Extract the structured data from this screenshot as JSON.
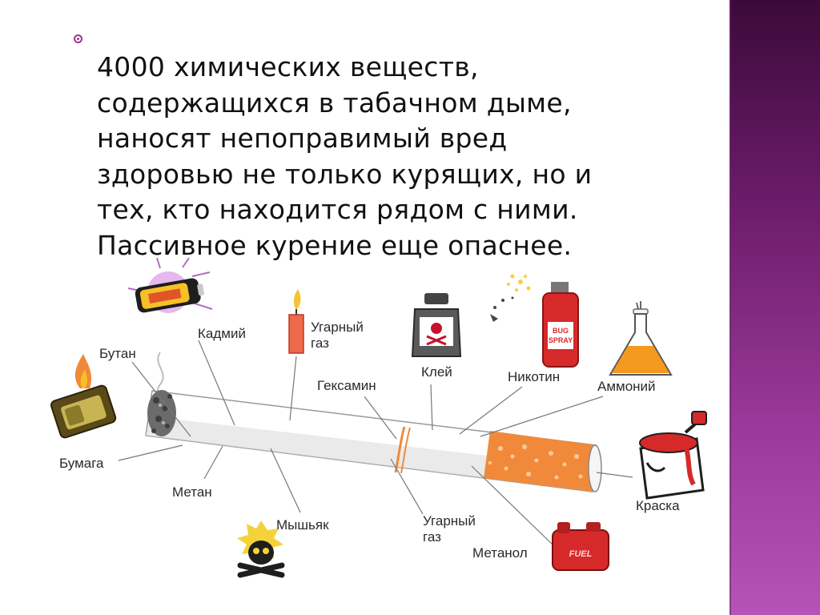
{
  "bullet_lines": [
    "4000 химических веществ,",
    "содержащихся в табачном дыме,",
    "наносят непоправимый вред",
    "здоровью не только курящих, но и",
    "тех, кто находится рядом с ними.",
    "Пассивное курение еще опаснее."
  ],
  "labels": {
    "cadmium": "Кадмий",
    "co_top_1": "Угарный",
    "co_top_2": "газ",
    "glue": "Клей",
    "butane": "Бутан",
    "hexamine": "Гексамин",
    "nicotine": "Никотин",
    "ammonia": "Аммоний",
    "paper": "Бумага",
    "methane": "Метан",
    "arsenic": "Мышьяк",
    "co_bottom_1": "Угарный",
    "co_bottom_2": "газ",
    "paint": "Краска",
    "methanol": "Метанол"
  },
  "icon_text": {
    "spray_can_1": "BUG",
    "spray_can_2": "SPRAY",
    "fuel_can": "FUEL"
  },
  "colors": {
    "accent_purple": "#a3318f",
    "side_band": "#6e1d6c",
    "filter_orange": "#f08a3a"
  }
}
